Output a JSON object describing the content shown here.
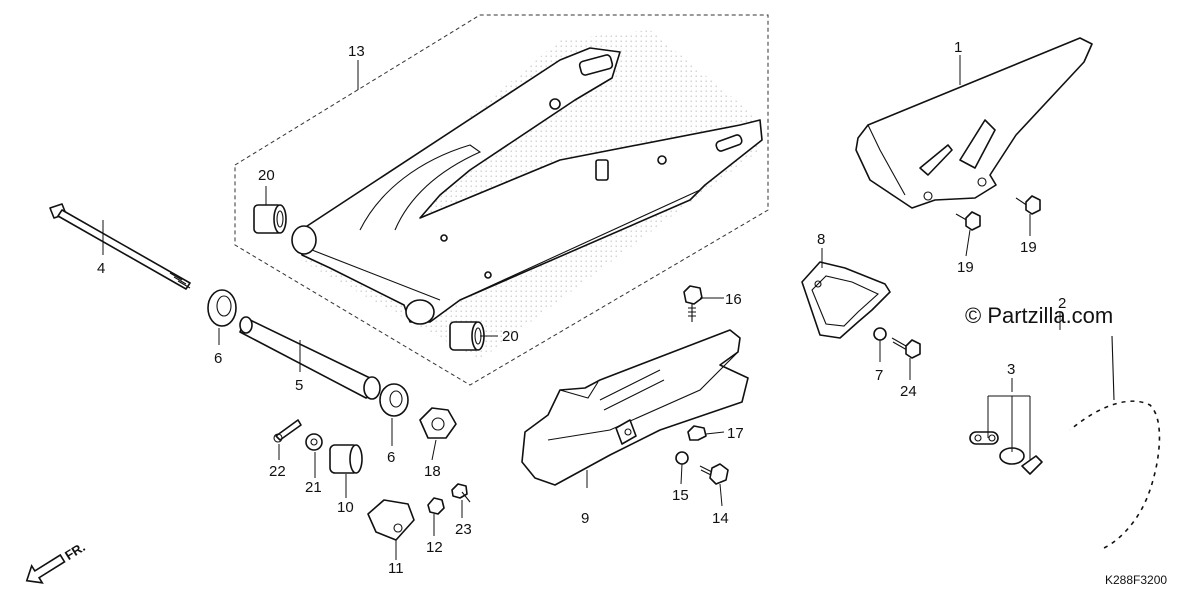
{
  "diagram": {
    "code": "K288F3200",
    "watermark": "© Partzilla.com",
    "front_marker": "FR.",
    "callouts": [
      {
        "id": "c1",
        "text": "1"
      },
      {
        "id": "c2",
        "text": "2"
      },
      {
        "id": "c3",
        "text": "3"
      },
      {
        "id": "c4",
        "text": "4"
      },
      {
        "id": "c5",
        "text": "5"
      },
      {
        "id": "c6a",
        "text": "6"
      },
      {
        "id": "c6b",
        "text": "6"
      },
      {
        "id": "c7",
        "text": "7"
      },
      {
        "id": "c8",
        "text": "8"
      },
      {
        "id": "c9",
        "text": "9"
      },
      {
        "id": "c10",
        "text": "10"
      },
      {
        "id": "c11",
        "text": "11"
      },
      {
        "id": "c12",
        "text": "12"
      },
      {
        "id": "c13",
        "text": "13"
      },
      {
        "id": "c14",
        "text": "14"
      },
      {
        "id": "c15",
        "text": "15"
      },
      {
        "id": "c16",
        "text": "16"
      },
      {
        "id": "c17",
        "text": "17"
      },
      {
        "id": "c18",
        "text": "18"
      },
      {
        "id": "c19a",
        "text": "19"
      },
      {
        "id": "c19b",
        "text": "19"
      },
      {
        "id": "c20a",
        "text": "20"
      },
      {
        "id": "c20b",
        "text": "20"
      },
      {
        "id": "c21",
        "text": "21"
      },
      {
        "id": "c22",
        "text": "22"
      },
      {
        "id": "c23",
        "text": "23"
      },
      {
        "id": "c24",
        "text": "24"
      }
    ]
  }
}
